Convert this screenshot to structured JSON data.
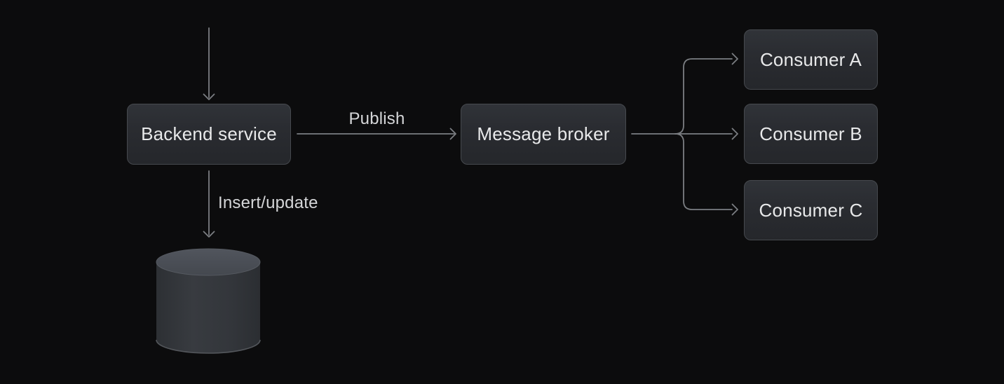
{
  "diagram": {
    "title": "message-broker-fanout-architecture",
    "nodes": {
      "backend": "Backend service",
      "broker": "Message broker",
      "consumers": [
        "Consumer A",
        "Consumer B",
        "Consumer C"
      ],
      "database_icon": "database-cylinder-icon"
    },
    "edges": {
      "publish_label": "Publish",
      "insert_update_label": "Insert/update"
    },
    "colors": {
      "background": "#0c0c0d",
      "node_fill_top": "#303338",
      "node_fill_bottom": "#25272b",
      "node_border": "#46494e",
      "node_text": "#e8e9ea",
      "connector_line": "#7b7e82",
      "edge_label_text": "#d5d6d8",
      "cylinder_top": "#4b4f57",
      "cylinder_body": "#33363b",
      "cylinder_rim": "#53565b"
    }
  }
}
